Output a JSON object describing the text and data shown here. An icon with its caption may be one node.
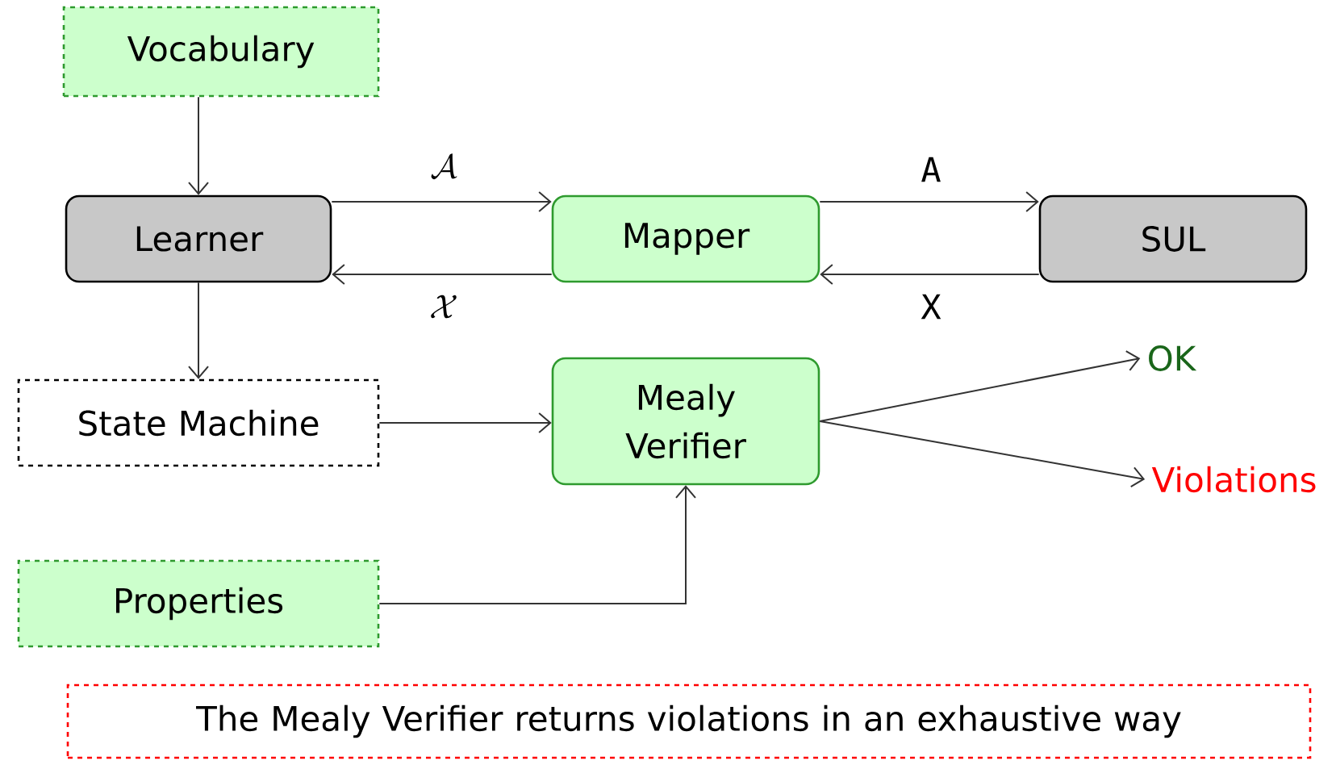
{
  "diagram": {
    "nodes": [
      {
        "text": [
          "Vocabulary"
        ]
      },
      {
        "text": [
          "Learner"
        ]
      },
      {
        "text": [
          "Mapper"
        ]
      },
      {
        "text": [
          "SUL"
        ]
      },
      {
        "text": [
          "State Machine"
        ]
      },
      {
        "text": [
          "Mealy Verifier"
        ]
      },
      {
        "text": [
          "OK"
        ]
      },
      {
        "text": [
          "Violations"
        ]
      },
      {
        "text": [
          "Properties"
        ]
      },
      {
        "text": [
          "The Mealy Verifier returns violations in an exhaustive way"
        ]
      }
    ],
    "edges": [
      {
        "from": 0,
        "to": 1,
        "arrow": "to"
      },
      {
        "from": 1,
        "to": 2,
        "arrow": "to",
        "label": "\\mathcal{A}"
      },
      {
        "from": 2,
        "to": 1,
        "arrow": "to",
        "label": "\\mathcal{X}"
      },
      {
        "from": 2,
        "to": 3,
        "arrow": "to",
        "label": "A"
      },
      {
        "from": 3,
        "to": 2,
        "arrow": "to",
        "label": "X"
      },
      {
        "from": 1,
        "to": 4,
        "arrow": "to"
      },
      {
        "from": 4,
        "to": 5,
        "arrow": "to"
      },
      {
        "from": 5,
        "to": 6,
        "arrow": "to"
      },
      {
        "from": 5,
        "to": 7,
        "arrow": "to"
      },
      {
        "from": 8,
        "to": 5,
        "arrow": "to"
      }
    ]
  }
}
